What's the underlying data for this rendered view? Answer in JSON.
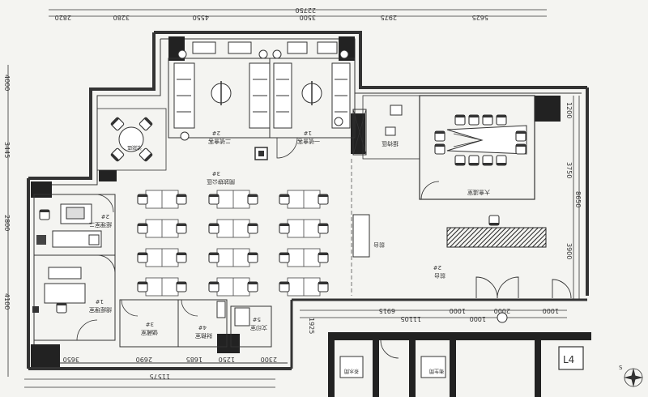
{
  "dimensions": {
    "top": [
      "2820",
      "3280",
      "4550",
      "3500",
      "2975",
      "5625"
    ],
    "top_total": "22750",
    "left": [
      "4000",
      "3445",
      "2800",
      "4100"
    ],
    "right": [
      "1200",
      "3750",
      "3900"
    ],
    "right_total": "8650",
    "bottom": [
      "3650",
      "2690",
      "1685",
      "1250",
      "2300"
    ],
    "bottom_total": "11575",
    "corridor_top": [
      "6915",
      "1000",
      "2000",
      "1000"
    ],
    "corridor": [
      "11105",
      "1000"
    ],
    "side": [
      "1925"
    ]
  },
  "rooms": {
    "meeting_room_2": "二號會客",
    "meeting_room_2_en": "2#",
    "meeting_room_1": "一號會客",
    "meeting_room_1_en": "1#",
    "round_table": "洽談區",
    "open_office": "開放辦公區",
    "open_office_en": "3#",
    "gm_office": "總經理室",
    "gm_office_en": "1#",
    "manager_office": "經理室二",
    "manager_office_en": "2#",
    "conference": "大會議室",
    "reception": "接待區",
    "lobby": "前台",
    "lobby_en": "2#",
    "storage": "儲藏室",
    "storage_en": "3#",
    "finance": "財務室",
    "finance_en": "4#",
    "printing": "文印室",
    "printing_en": "5#",
    "tea": "茶水間",
    "restroom": "衛生間",
    "lift": "L4"
  }
}
